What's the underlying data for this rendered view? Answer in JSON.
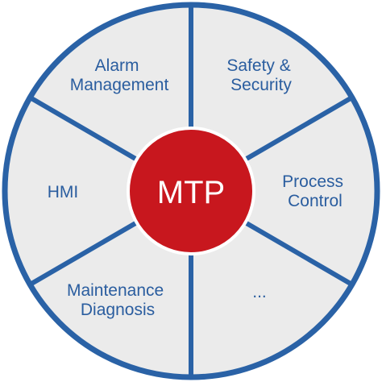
{
  "diagram": {
    "center": {
      "label": "MTP"
    },
    "segments": [
      {
        "id": "safety-security",
        "lines": [
          "Safety &",
          "Security"
        ]
      },
      {
        "id": "process-control",
        "lines": [
          "Process",
          "Control"
        ]
      },
      {
        "id": "more",
        "lines": [
          "..."
        ]
      },
      {
        "id": "maintenance-diagnosis",
        "lines": [
          "Maintenance",
          "Diagnosis"
        ]
      },
      {
        "id": "hmi",
        "lines": [
          "HMI"
        ]
      },
      {
        "id": "alarm-management",
        "lines": [
          "Alarm",
          "Management"
        ]
      }
    ],
    "colors": {
      "ring": "#2a62a6",
      "segment_fill": "#ebebeb",
      "divider": "#2a62a6",
      "center_fill": "#c8171e",
      "center_border": "#ffffff",
      "center_text": "#ffffff",
      "label_text": "#2a5d9f"
    }
  }
}
